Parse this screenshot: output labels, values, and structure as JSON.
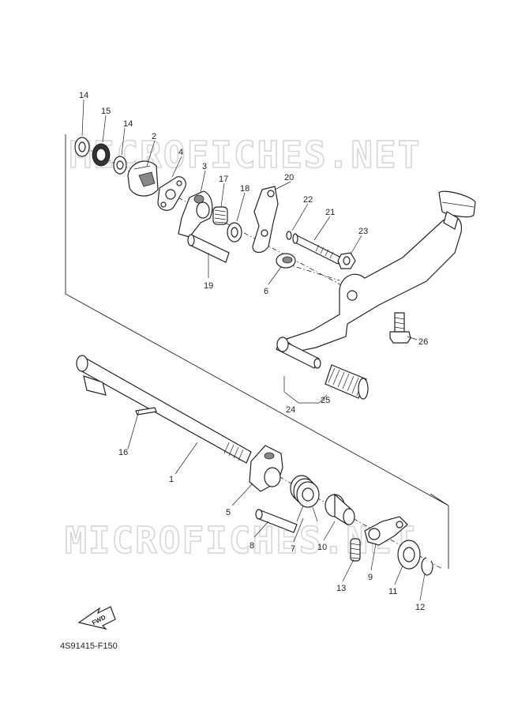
{
  "watermark": "MICROFICHES.NET",
  "figure_code": "4S91415-F150",
  "fwd_label": "FWD",
  "callouts": {
    "c1": "1",
    "c2": "2",
    "c3": "3",
    "c4": "4",
    "c5": "5",
    "c6": "6",
    "c7": "7",
    "c8": "8",
    "c9": "9",
    "c10": "10",
    "c11": "11",
    "c12": "12",
    "c13": "13",
    "c14a": "14",
    "c14b": "14",
    "c15": "15",
    "c16": "16",
    "c17": "17",
    "c18": "18",
    "c19": "19",
    "c20": "20",
    "c21": "21",
    "c22": "22",
    "c23": "23",
    "c24": "24",
    "c25": "25",
    "c26": "26"
  }
}
